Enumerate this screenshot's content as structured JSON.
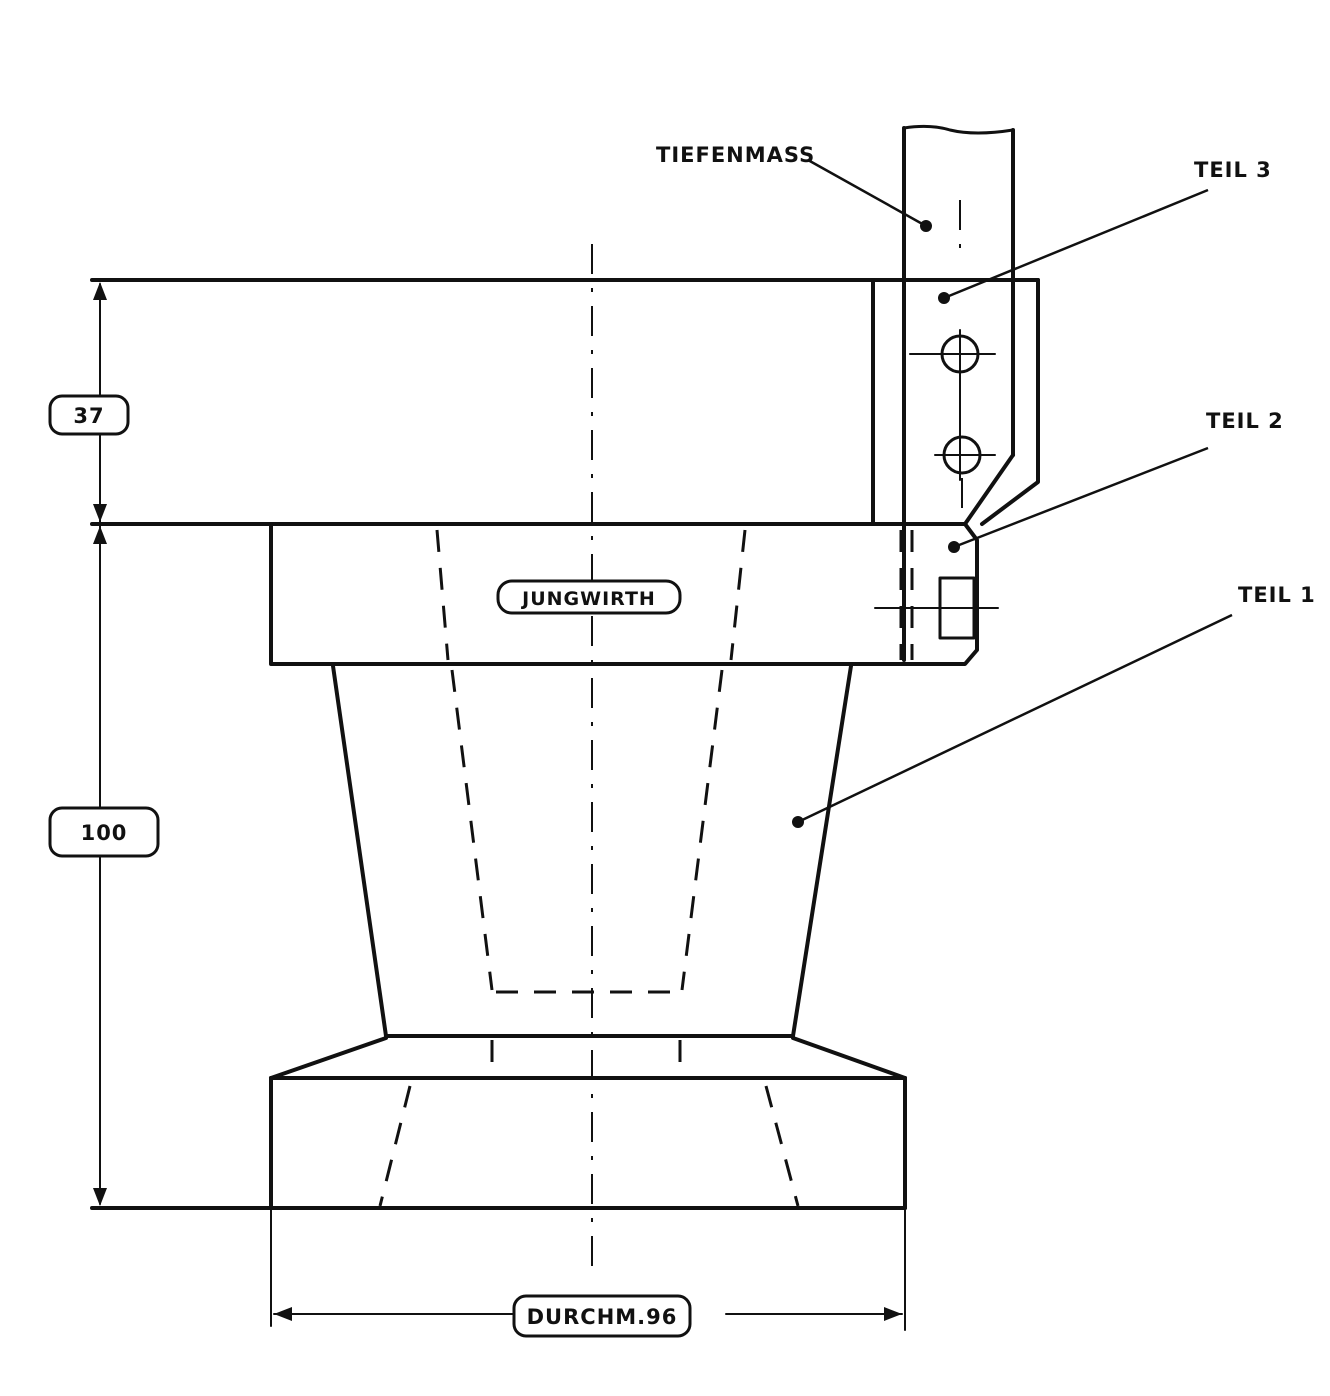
{
  "labels": {
    "tiefenmass": "TIEFENMASS",
    "teil3": "TEIL 3",
    "teil2": "TEIL 2",
    "teil1": "TEIL 1",
    "brand": "JUNGWIRTH",
    "dim_height_top": "37",
    "dim_height_total": "100",
    "dim_diameter": "DURCHM.96"
  },
  "colors": {
    "ink": "#111111",
    "paper": "#ffffff"
  }
}
